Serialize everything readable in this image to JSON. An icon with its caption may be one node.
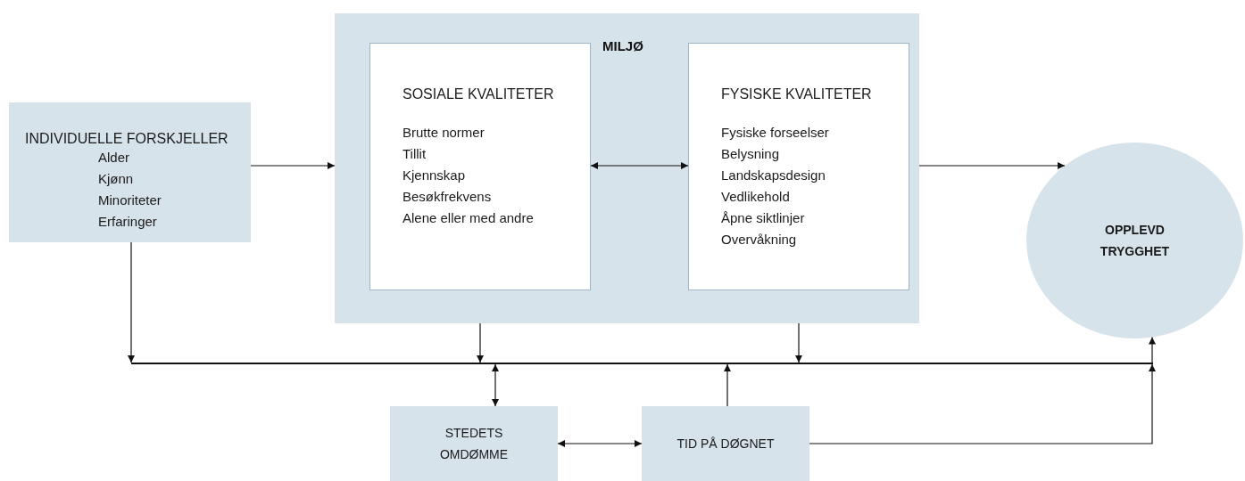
{
  "diagram": {
    "nodes": [
      {
        "text": [
          "MILJØ"
        ]
      },
      {
        "text": [
          "SOSIALE KVALITETER",
          "Brutte normer",
          "Tillit",
          "Kjennskap",
          "Besøkfrekvens",
          "Alene eller med andre"
        ],
        "in": 0
      },
      {
        "text": [
          "FYSISKE KVALITETER",
          "Fysiske forseelser",
          "Belysning",
          "Landskapsdesign",
          "Vedlikehold",
          "Åpne siktlinjer",
          "Overvåkning"
        ],
        "in": 0
      },
      {
        "text": [
          "INDIVIDUELLE FORSKJELLER",
          "Alder",
          "Kjønn",
          "Minoriteter",
          "Erfaringer"
        ]
      },
      {
        "text": [
          "OPPLEVD TRYGGHET"
        ]
      },
      {
        "text": [
          "STEDETS OMDØMME"
        ]
      },
      {
        "text": [
          "TID PÅ DØGNET"
        ]
      },
      {
        "text": [],
        "shape": "bar"
      }
    ],
    "edges": [
      {
        "from": 3,
        "to": 0,
        "arrow": "to"
      },
      {
        "from": 1,
        "to": 2,
        "arrow": "both"
      },
      {
        "from": 0,
        "to": 4,
        "arrow": "to"
      },
      {
        "from": 3,
        "to": 7,
        "arrow": "to"
      },
      {
        "from": 0,
        "to": 7,
        "arrow": "to"
      },
      {
        "from": 0,
        "to": 7,
        "arrow": "to"
      },
      {
        "from": 5,
        "to": 7,
        "arrow": "both"
      },
      {
        "from": 6,
        "to": 7,
        "arrow": "to"
      },
      {
        "from": 6,
        "to": 7,
        "arrow": "to"
      },
      {
        "from": 7,
        "to": 4,
        "arrow": "to"
      },
      {
        "from": 5,
        "to": 6,
        "arrow": "both"
      }
    ]
  }
}
